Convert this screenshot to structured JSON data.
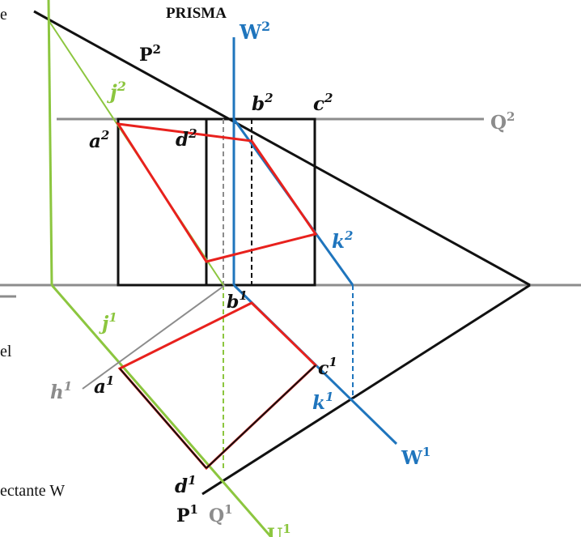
{
  "title": "PRISMA",
  "margin_text": {
    "top": "e",
    "middle": "el",
    "bottom": "ectante W"
  },
  "labels": {
    "P2": {
      "base": "P",
      "sup": "2"
    },
    "W2": {
      "base": "W",
      "sup": "2"
    },
    "j2": {
      "base": "j",
      "sup": "2"
    },
    "b2": {
      "base": "b",
      "sup": "2"
    },
    "c2": {
      "base": "c",
      "sup": "2"
    },
    "Q2": {
      "base": "Q",
      "sup": "2"
    },
    "a2": {
      "base": "a",
      "sup": "2"
    },
    "d2": {
      "base": "d",
      "sup": "2"
    },
    "k2": {
      "base": "k",
      "sup": "2"
    },
    "j1": {
      "base": "j",
      "sup": "1"
    },
    "b1": {
      "base": "b",
      "sup": "1"
    },
    "c1": {
      "base": "c",
      "sup": "1"
    },
    "a1": {
      "base": "a",
      "sup": "1"
    },
    "h1": {
      "base": "h",
      "sup": "1"
    },
    "k1": {
      "base": "k",
      "sup": "1"
    },
    "W1": {
      "base": "W",
      "sup": "1"
    },
    "d1": {
      "base": "d",
      "sup": "1"
    },
    "P1": {
      "base": "P",
      "sup": "1"
    },
    "Q1": {
      "base": "Q",
      "sup": "1"
    },
    "U1": {
      "base": "U",
      "sup": "1"
    }
  },
  "colors": {
    "black": "#111111",
    "red": "#e8211d",
    "blue": "#1f75bd",
    "green": "#8cc63f",
    "gray": "#8c8c8c"
  }
}
